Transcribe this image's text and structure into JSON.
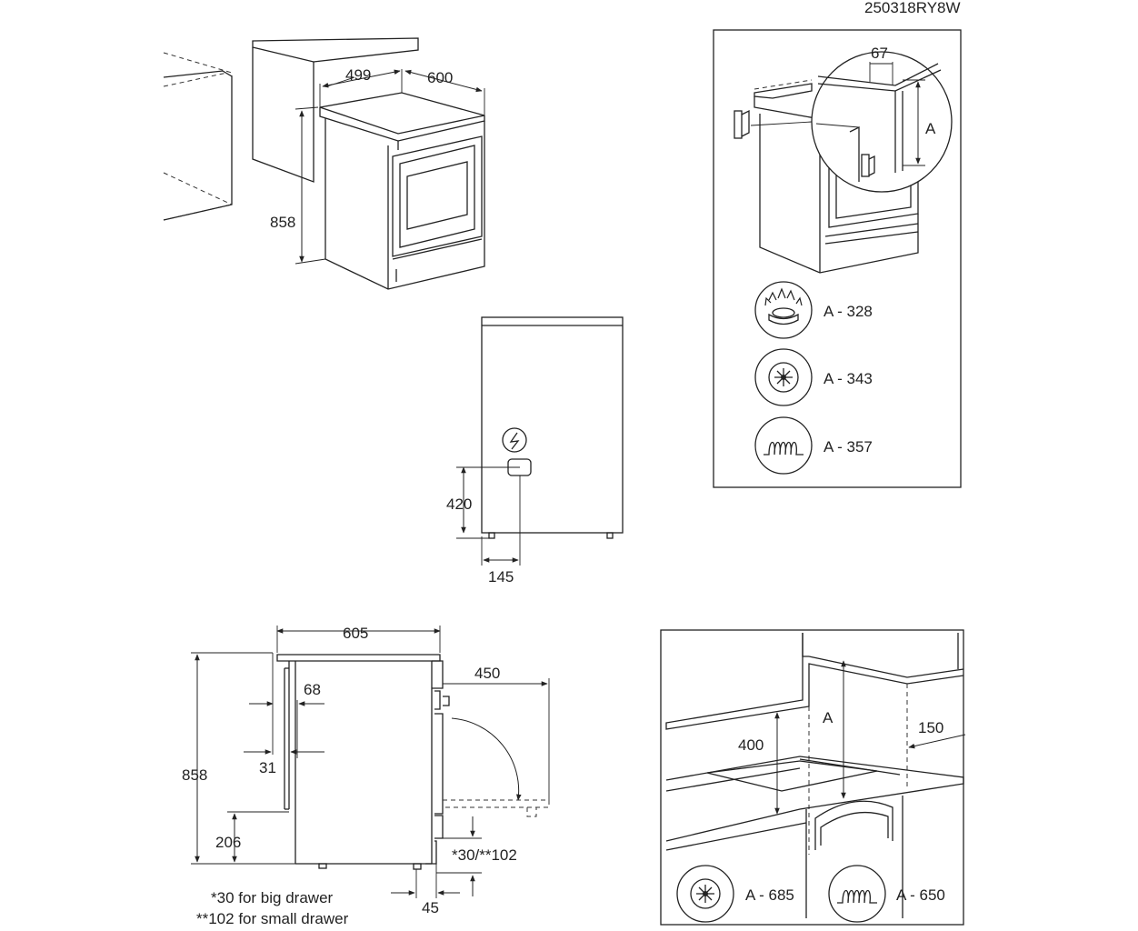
{
  "code": "250318RY8W",
  "top_view": {
    "width": "499",
    "depth": "600",
    "height": "858"
  },
  "side_view": {
    "height": "420",
    "offset": "145"
  },
  "bottom_view": {
    "width": "605",
    "door_open": "450",
    "d1": "68",
    "d2": "31",
    "height": "858",
    "d3": "206",
    "drawer": "*30/**102",
    "foot": "45",
    "note1": "*30 for big drawer",
    "note2": "**102 for small drawer"
  },
  "right_top_panel": {
    "dim_top": "67",
    "dim_a": "A",
    "items": [
      {
        "icon": "gas-burner-icon",
        "label": "A - 328"
      },
      {
        "icon": "fan-icon",
        "label": "A - 343"
      },
      {
        "icon": "coil-heater-icon",
        "label": "A - 357"
      }
    ]
  },
  "right_bottom_panel": {
    "dim_400": "400",
    "dim_a": "A",
    "dim_150": "150",
    "items": [
      {
        "icon": "fan-icon",
        "label": "A - 685"
      },
      {
        "icon": "coil-heater-icon",
        "label": "A - 650"
      }
    ]
  }
}
